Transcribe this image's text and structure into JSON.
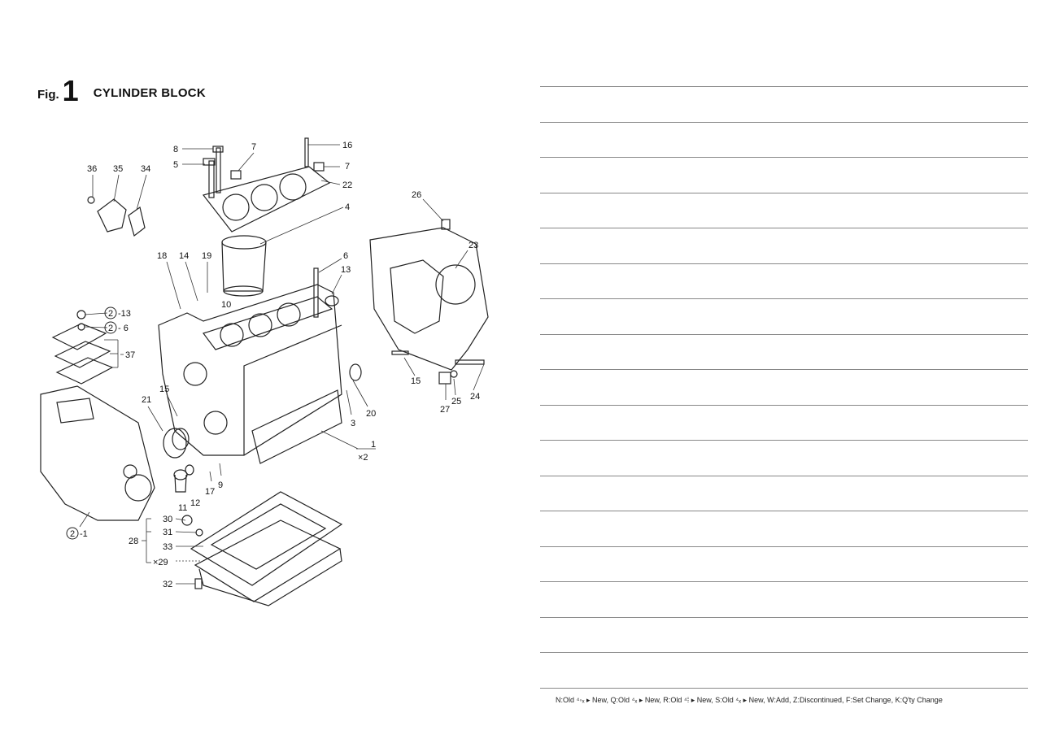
{
  "header": {
    "fig_word": "Fig.",
    "fig_number": "1",
    "title": "CYLINDER BLOCK"
  },
  "callouts": {
    "c1": "1",
    "x2": "×2",
    "c3": "3",
    "c4": "4",
    "c5": "5",
    "c6": "6",
    "c7a": "7",
    "c7b": "7",
    "c8": "8",
    "c9": "9",
    "c10": "10",
    "c11": "11",
    "c12": "12",
    "c13": "13",
    "c14": "14",
    "c15a": "15",
    "c15b": "15",
    "c16": "16",
    "c17": "17",
    "c18": "18",
    "c19": "19",
    "c20": "20",
    "c21": "21",
    "c22": "22",
    "c23": "23",
    "c24": "24",
    "c25": "25",
    "c26": "26",
    "c27": "27",
    "c28": "28",
    "c29": "×29",
    "c30": "30",
    "c31": "31",
    "c32": "32",
    "c33": "33",
    "c34": "34",
    "c35": "35",
    "c36": "36",
    "c37": "37",
    "ref2_13": "-13",
    "ref2_6": "- 6",
    "ref2_1": "-1",
    "circle2": "2"
  },
  "notes_rows": 18,
  "legend": "N:Old ⁴◦ₓ ▸ New,  Q:Old ⁴ₓ ▸ New,  R:Old ⁴⁞ ▸ New,  S:Old ⁴ₓ ▸ New,  W:Add,  Z:Discontinued,  F:Set Change,  K:Q'ty Change"
}
